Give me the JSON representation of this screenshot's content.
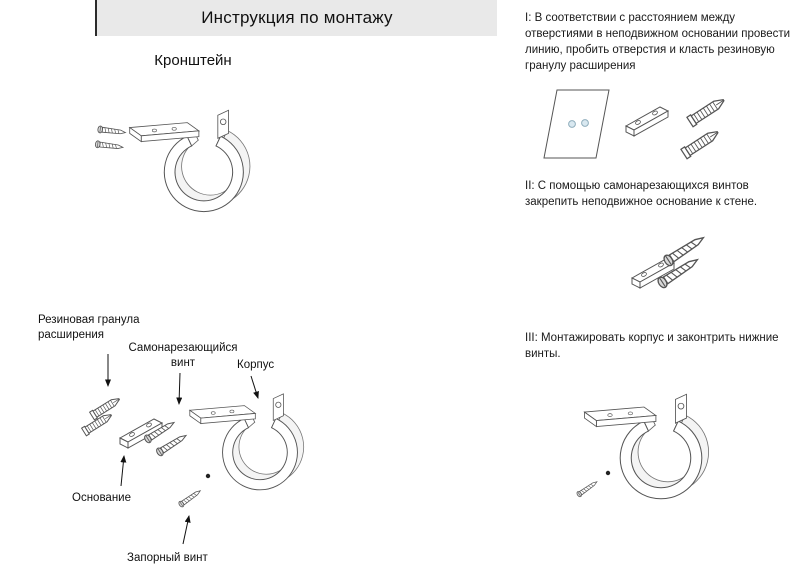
{
  "header": {
    "title": "Инструкция по монтажу"
  },
  "product": {
    "name": "Кронштейн"
  },
  "diagram_labels": {
    "rubber_plug": "Резиновая гранула расширения",
    "self_tapping_screw": "Самонарезающийся винт",
    "body": "Корпус",
    "base": "Основание",
    "locking_screw": "Запорный винт"
  },
  "steps": [
    {
      "text": "I: В соответствии с расстоянием между отверстиями в неподвижном основании провести линию, пробить отверстия и класть резиновую гранулу расширения"
    },
    {
      "text": "II: С помощью самонарезающихся винтов закрепить неподвижное основание к стене."
    },
    {
      "text": "III: Монтажировать корпус и законтрить нижние винты."
    }
  ],
  "colors": {
    "header_background": "#e9e9e9",
    "line_art": "#555555",
    "hole_fill": "#d9e8f0"
  }
}
